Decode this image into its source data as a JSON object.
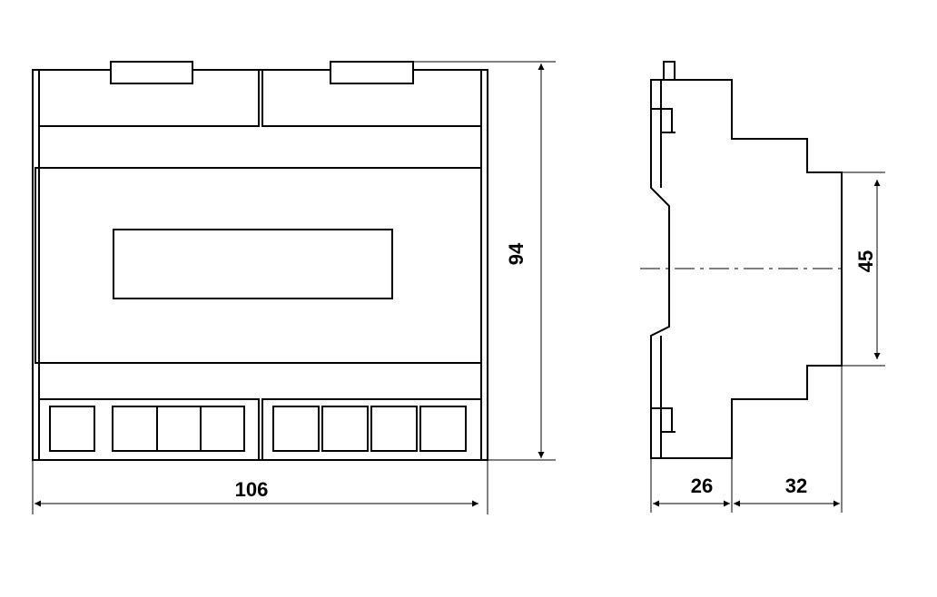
{
  "dimensions": {
    "width": "106",
    "height": "94",
    "side_height": "45",
    "front_depth": "26",
    "rear_depth": "32"
  },
  "colors": {
    "line": "#000000",
    "background": "#ffffff"
  }
}
